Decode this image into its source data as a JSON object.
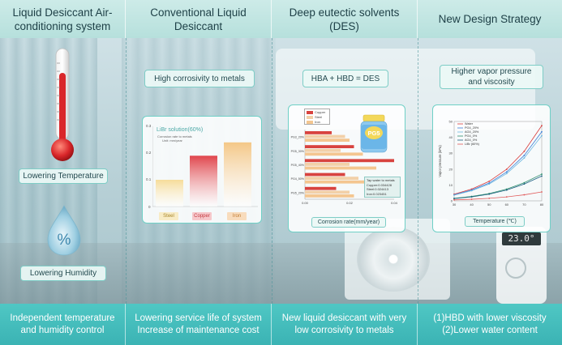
{
  "headers": [
    "Liquid Desiccant Air-conditioning system",
    "Conventional Liquid Desiccant",
    "Deep eutectic solvents (DES)",
    "New Design Strategy"
  ],
  "footers": [
    [
      "Independent temperature",
      "and humidity control"
    ],
    [
      "Lowering service life of system",
      "Increase of maintenance cost"
    ],
    [
      "New liquid desiccant with very",
      "low corrosivity to metals"
    ],
    [
      "(1)HBD with lower viscosity",
      "(2)Lower water content"
    ]
  ],
  "panel1": {
    "temperature_label": "Lowering Temperature",
    "humidity_label": "Lowering Humidity",
    "drop_symbol": "%"
  },
  "panel2": {
    "pill": "High corrosivity to metals"
  },
  "panel3": {
    "pill": "HBA + HBD = DES",
    "jar_label": "PG5",
    "note": [
      "Tap water to metals",
      "Copper:0.034428",
      "Steel:0.024413",
      "Iron:0.023451"
    ]
  },
  "panel4": {
    "pill": [
      "Higher vapor pressure",
      "and viscosity"
    ]
  },
  "background": {
    "remote_display": "23.0°"
  },
  "chart_data": [
    {
      "type": "bar",
      "title": "LiBr solution(60%)",
      "subtitle": [
        "Corrosion rate to metals",
        "Unit: mm/year"
      ],
      "categories": [
        "Steel",
        "Copper",
        "Iron"
      ],
      "values": [
        0.1,
        0.19,
        0.24
      ],
      "ylim": [
        0,
        0.3
      ],
      "yticks": [
        "0.3",
        "0.2",
        "0.1",
        "0"
      ],
      "colors": [
        "#f6dc9a",
        "#e0454c",
        "#f4c787"
      ]
    },
    {
      "type": "bar",
      "orientation": "horizontal",
      "xlabel": "Corrosion rate(mm/year)",
      "xticks": [
        "0.00",
        "0.02",
        "0.04"
      ],
      "xlim": [
        0,
        0.04
      ],
      "legend": [
        "Copper",
        "Steel",
        "Iron"
      ],
      "colors": [
        "#d8433f",
        "#f2d0a8",
        "#f4c690"
      ],
      "categories": [
        "PG3_20%",
        "PG5_30%",
        "PG5_40%",
        "PG4_50%",
        "PG5_20%"
      ],
      "series": [
        {
          "name": "Copper",
          "values": [
            0.012,
            0.022,
            0.04,
            0.018,
            0.014
          ]
        },
        {
          "name": "Steel",
          "values": [
            0.018,
            0.016,
            0.02,
            0.024,
            0.02
          ]
        },
        {
          "name": "Iron",
          "values": [
            0.02,
            0.026,
            0.032,
            0.028,
            0.022
          ]
        }
      ]
    },
    {
      "type": "line",
      "xlabel": "Temperature (℃)",
      "ylabel": "Vapor pressure (kPa)",
      "x": [
        30,
        40,
        50,
        60,
        70,
        80
      ],
      "xlim": [
        30,
        80
      ],
      "ylim": [
        0,
        50
      ],
      "yticks": [
        0,
        10,
        20,
        30,
        40,
        50
      ],
      "series": [
        {
          "name": "Water",
          "color": "#d83a3a",
          "values": [
            4.2,
            7.4,
            12.3,
            19.9,
            31.2,
            47.4
          ]
        },
        {
          "name": "PG4_20%",
          "color": "#3a7ed8",
          "values": [
            3.8,
            6.8,
            11.2,
            18.2,
            28.6,
            43.5
          ]
        },
        {
          "name": "AG4_20%",
          "color": "#6fb8e0",
          "values": [
            3.6,
            6.4,
            10.6,
            17.2,
            27.0,
            41.0
          ]
        },
        {
          "name": "PG4_0%",
          "color": "#2e8f6e",
          "values": [
            1.6,
            2.8,
            4.6,
            7.4,
            11.4,
            16.8
          ]
        },
        {
          "name": "AG4_0%",
          "color": "#1b5f80",
          "values": [
            1.4,
            2.5,
            4.2,
            6.8,
            10.6,
            15.6
          ]
        },
        {
          "name": "LiBr (60%)",
          "color": "#e05a5a",
          "values": [
            0.6,
            1.0,
            1.6,
            2.5,
            3.8,
            5.6
          ]
        }
      ]
    }
  ]
}
